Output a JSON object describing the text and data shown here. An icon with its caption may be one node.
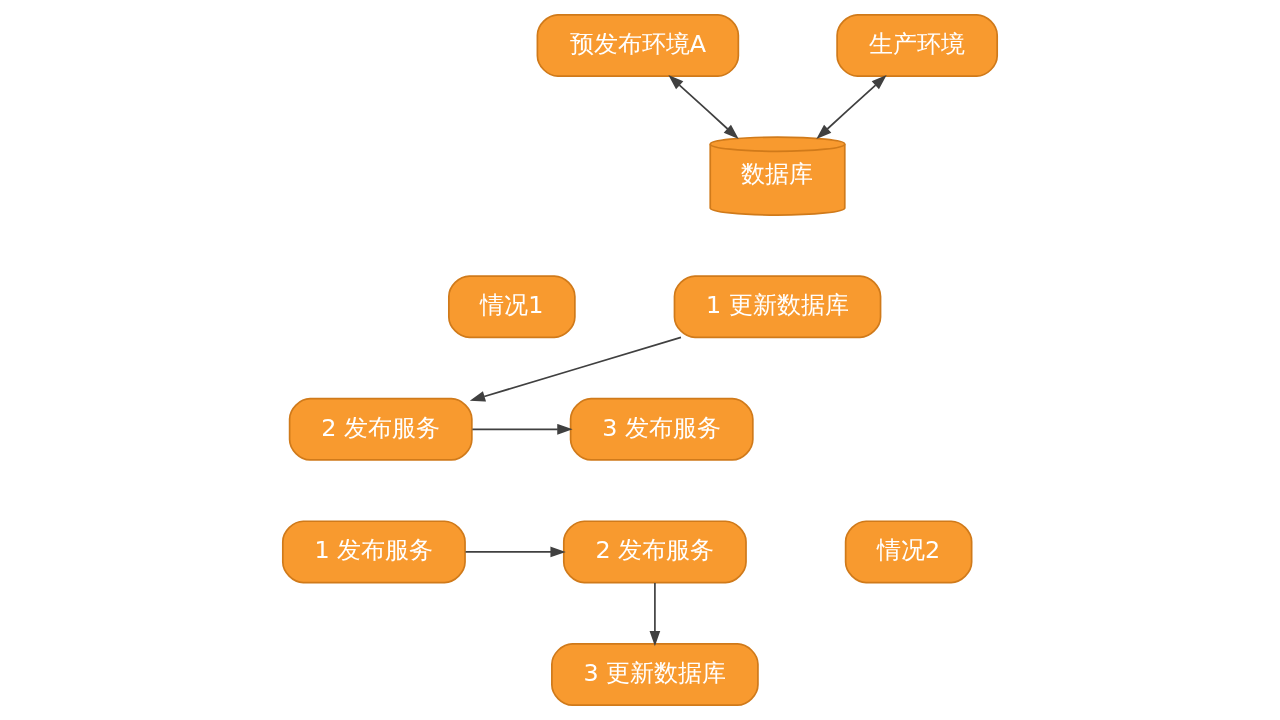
{
  "diagram": {
    "nodes": [
      {
        "text": [
          "预发布环境A"
        ]
      },
      {
        "text": [
          "生产环境"
        ]
      },
      {
        "text": [
          "数据库"
        ]
      },
      {
        "text": [
          "情况1"
        ]
      },
      {
        "text": [
          "1 更新数据库"
        ]
      },
      {
        "text": [
          "2 发布服务"
        ]
      },
      {
        "text": [
          "3 发布服务"
        ]
      },
      {
        "text": [
          "情况2"
        ]
      },
      {
        "text": [
          "1 发布服务"
        ]
      },
      {
        "text": [
          "2 发布服务"
        ]
      },
      {
        "text": [
          "3 更新数据库"
        ]
      }
    ],
    "edges": [
      {
        "from": 0,
        "to": 2,
        "arrow": "both"
      },
      {
        "from": 1,
        "to": 2,
        "arrow": "both"
      },
      {
        "from": 4,
        "to": 5,
        "arrow": "to"
      },
      {
        "from": 5,
        "to": 6,
        "arrow": "to"
      },
      {
        "from": 8,
        "to": 9,
        "arrow": "to"
      },
      {
        "from": 9,
        "to": 10,
        "arrow": "to"
      }
    ]
  }
}
